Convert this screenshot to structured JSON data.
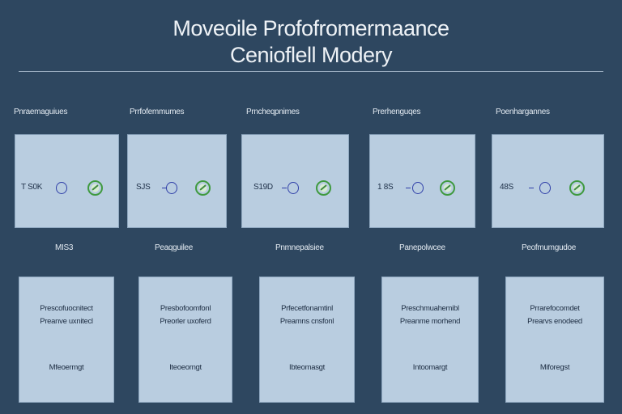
{
  "header": {
    "title_line1": "Moveoile Profofromermaance",
    "title_line2": "Cenioflell Modery"
  },
  "top_row": [
    {
      "label": "Pnraemaguiues",
      "value": "T S0K"
    },
    {
      "label": "Prrfofemmumes",
      "value": "SJS"
    },
    {
      "label": "Prncheqpnimes",
      "value": "S19D"
    },
    {
      "label": "Prerhenguqes",
      "value": "1 8S"
    },
    {
      "label": "Poenhargannes",
      "value": "48S"
    }
  ],
  "bottom_row": [
    {
      "label": "MIS3",
      "line1": "Prescofuocnitect",
      "line2": "Preanve uxnitecl",
      "footer": "Mfeoermgt"
    },
    {
      "label": "Peaqguilee",
      "line1": "Presbofoomfonl",
      "line2": "Preorler uxoferd",
      "footer": "Iteoeorngt"
    },
    {
      "label": "Pnmnepalsiee",
      "line1": "Prfecetfonamtinl",
      "line2": "Preamns cnsfonl",
      "footer": "Ibteomasgt"
    },
    {
      "label": "Panepolwcee",
      "line1": "Preschmuahemibl",
      "line2": "Preanme morhend",
      "footer": "Intoomargt"
    },
    {
      "label": "Peofmumgudoe",
      "line1": "Prrarefocomdet",
      "line2": "Prearvs enodeed",
      "footer": "Miforegst"
    }
  ],
  "colors": {
    "background": "#2e4760",
    "card": "#b9cde0",
    "ring_blue": "#2f3fa8",
    "ring_green": "#3f9a3f"
  },
  "icons": [
    "blue-ring-icon",
    "green-ring-icon"
  ]
}
